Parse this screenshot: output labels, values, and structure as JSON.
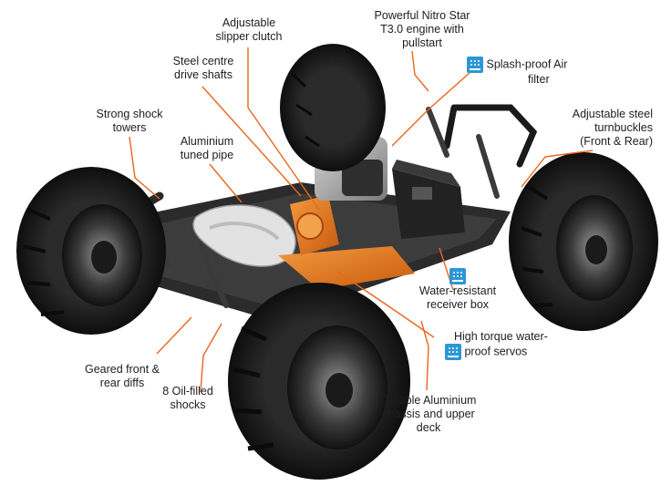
{
  "callouts": {
    "slipper": {
      "line1": "Adjustable",
      "line2": "slipper clutch"
    },
    "engine": {
      "line1": "Powerful Nitro Star",
      "line2": "T3.0 engine with",
      "line3": "pullstart"
    },
    "air_filter": {
      "line1": "Splash-proof Air",
      "line2": "filter"
    },
    "drive_shafts": {
      "line1": "Steel centre",
      "line2": "drive shafts"
    },
    "turnbuckles": {
      "line1": "Adjustable steel",
      "line2": "turnbuckles",
      "line3": "(Front & Rear)"
    },
    "shock_towers": {
      "line1": "Strong shock",
      "line2": "towers"
    },
    "tuned_pipe": {
      "line1": "Aluminium",
      "line2": "tuned pipe"
    },
    "receiver_box": {
      "line1": "Water-resistant",
      "line2": "receiver box"
    },
    "servos": {
      "line1": "High torque water-",
      "line2": "proof servos"
    },
    "diffs": {
      "line1": "Geared front &",
      "line2": "rear diffs"
    },
    "shocks": {
      "line1": "8 Oil-filled",
      "line2": "shocks"
    },
    "chassis": {
      "line1": "Durable Aluminium",
      "line2": "chassis and upper",
      "line3": "deck"
    }
  },
  "badge_icon": "water-resistant-icon",
  "colors": {
    "leader_line": "#e8671c",
    "badge": "#2b97d6",
    "anodized_parts": "#e8731c"
  }
}
